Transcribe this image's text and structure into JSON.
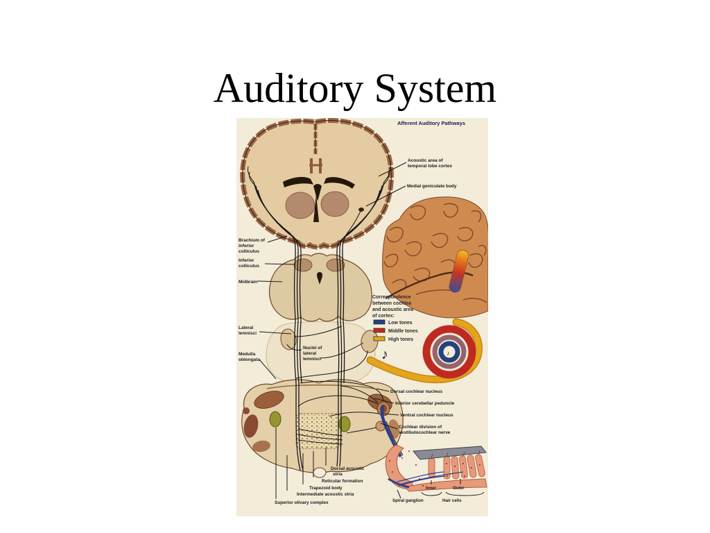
{
  "slide": {
    "title": "Auditory System",
    "background": "#ffffff"
  },
  "figure": {
    "header": "Afferent Auditory Pathways",
    "header_color": "#1c1c50",
    "background": "#f2ecd9",
    "labels": {
      "acoustic_area": [
        "Acoustic area of",
        "temporal lobe cortex"
      ],
      "medial_geniculate": "Medial geniculate body",
      "brachium": [
        "Brachium of",
        "inferior",
        "colliculus"
      ],
      "inferior_colliculus": [
        "Inferior",
        "colliculus"
      ],
      "midbrain": "Midbrain",
      "lateral_lemnisci": [
        "Lateral",
        "lemnisci"
      ],
      "nuclei_lateral_lemnisci": [
        "Nuclei of",
        "lateral",
        "lemnisci"
      ],
      "medulla_oblongata": [
        "Medulla",
        "oblongata"
      ],
      "dorsal_cochlear_nucleus": "Dorsal cochlear nucleus",
      "inferior_cerebellar_peduncle": "Inferior cerebellar peduncle",
      "ventral_cochlear_nucleus": "Ventral cochlear nucleus",
      "cochlear_division": [
        "Cochlear division of",
        "vestibulocochlear nerve"
      ],
      "dorsal_acoustic_stria": [
        "Dorsal acoustic",
        "stria"
      ],
      "reticular_formation": "Reticular formation",
      "trapezoid_body": "Trapezoid body",
      "intermediate_acoustic_stria": "Intermediate acoustic stria",
      "superior_olivary_complex": "Superior olivary complex",
      "inner": "Inner",
      "outer": "Outer",
      "hair_cells": "Hair cells",
      "spiral_ganglion": "Spiral ganglion"
    },
    "legend": {
      "caption": [
        "Correspondence",
        "between cochlea",
        "and acoustic area",
        "of cortex:"
      ],
      "items": [
        {
          "label": "Low tones",
          "color": "#24427e"
        },
        {
          "label": "Middle tones",
          "color": "#bf2a20"
        },
        {
          "label": "High tones",
          "color": "#e2a51c"
        }
      ],
      "note_glyph": "♪"
    },
    "colors": {
      "brain_fill": "#e5cba1",
      "cortex_ribbon": "#9a6444",
      "outline": "#6b4527",
      "thalamus": "#b38a6e",
      "lateral_brain": "#cf8a50",
      "lateral_brain_lines": "#7c4423",
      "spiral_mid_ring": "#96636a",
      "corti_tissue": "#e6997b",
      "corti_membrane": "#8b8b97",
      "nerve_blue": "#2e3f8c",
      "olive_green": "#95962e",
      "band_gradient": [
        "#f2c01e",
        "#e2671e",
        "#c53322",
        "#7a4468",
        "#3c4c96"
      ]
    }
  }
}
